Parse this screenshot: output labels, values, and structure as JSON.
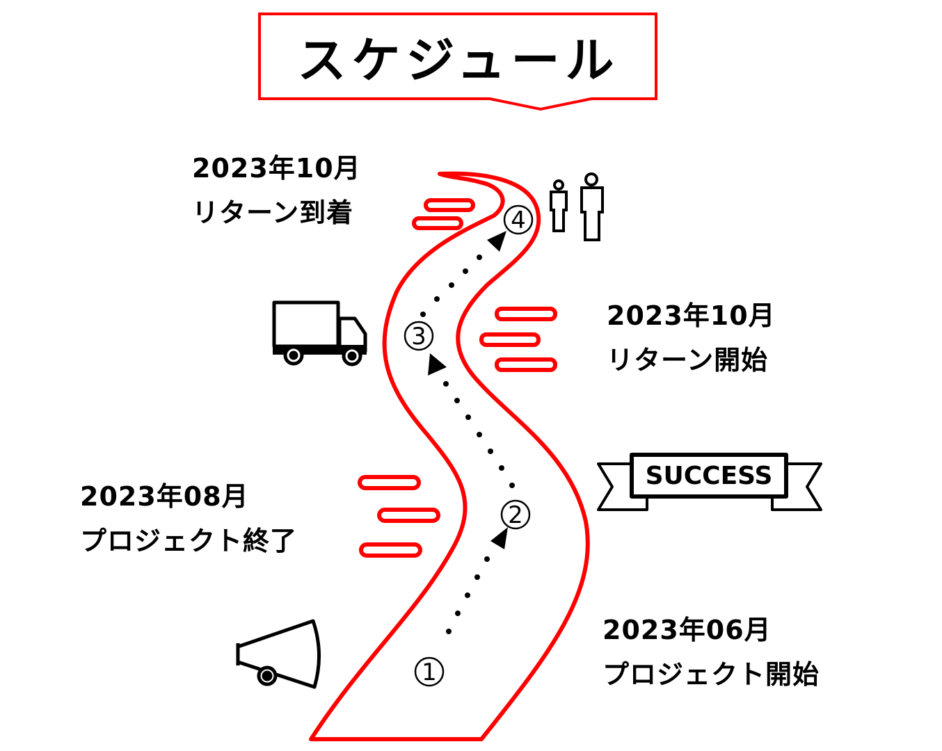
{
  "title": "スケジュール",
  "colors": {
    "accent": "#ff0000",
    "ink": "#000000"
  },
  "milestones": [
    {
      "step": "①",
      "date": "2023年06月",
      "event": "プロジェクト開始",
      "icon": "megaphone-icon"
    },
    {
      "step": "②",
      "date": "2023年08月",
      "event": "プロジェクト終了",
      "icon": "success-ribbon-icon"
    },
    {
      "step": "③",
      "date": "2023年10月",
      "event": "リターン開始",
      "icon": "truck-icon"
    },
    {
      "step": "④",
      "date": "2023年10月",
      "event": "リターン到着",
      "icon": "people-icon"
    }
  ],
  "banner": "SUCCESS"
}
